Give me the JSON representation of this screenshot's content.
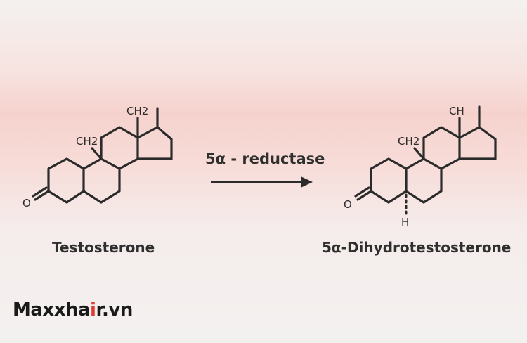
{
  "molecule_left": {
    "name": "Testosterone",
    "oxygen_label": "O",
    "methyl_labels": [
      "CH2",
      "CH2"
    ]
  },
  "reaction": {
    "enzyme_label": "5α - reductase"
  },
  "molecule_right": {
    "name": "5α-Dihydrotestosterone",
    "oxygen_label": "O",
    "hydrogen_label": "H",
    "methyl_labels": [
      "CH2",
      "CH"
    ]
  },
  "watermark": {
    "part1": "Maxxha",
    "part2": "i",
    "part3": "r.vn"
  },
  "colors": {
    "bond": "#2b2b2b",
    "logo_accent": "#e23b34"
  }
}
